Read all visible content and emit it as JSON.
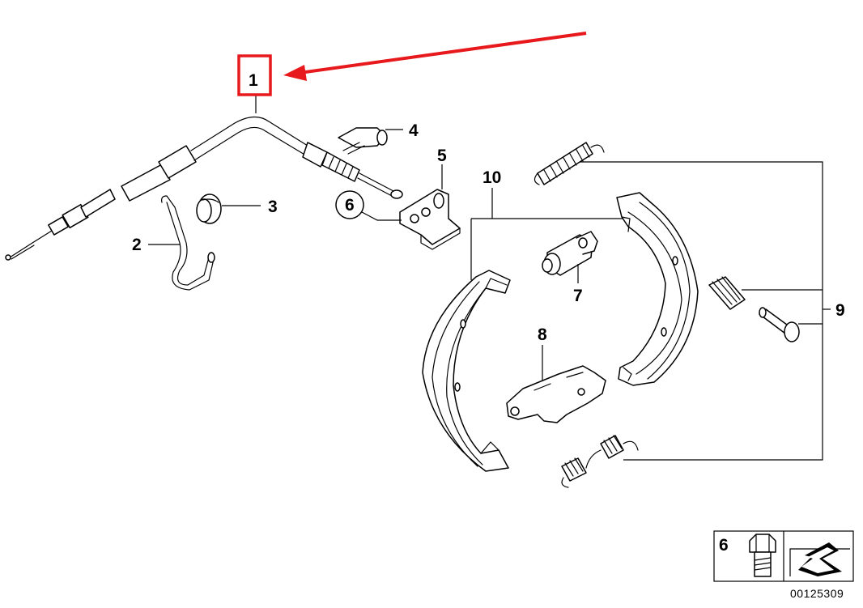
{
  "labels": {
    "p1": "1",
    "p2": "2",
    "p3": "3",
    "p4": "4",
    "p5": "5",
    "p6": "6",
    "p7": "7",
    "p8": "8",
    "p9": "9",
    "p10": "10"
  },
  "legend_box": {
    "number": "6"
  },
  "reference_number": "00125309",
  "colors": {
    "highlight": "#e8191c",
    "line": "#000000"
  }
}
